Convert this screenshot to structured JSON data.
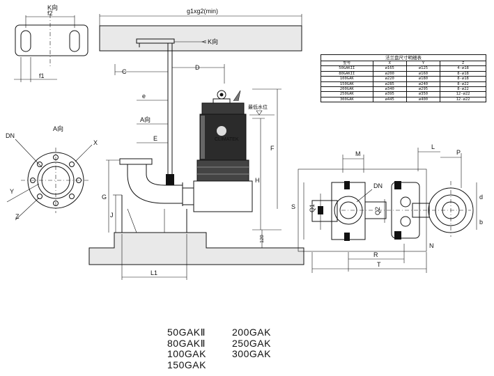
{
  "labels": {
    "k_view_top": "K向",
    "k_pointer": "K向",
    "a_view_title": "A向",
    "a_pointer": "A向",
    "g1xg2": "g1xg2(min)",
    "f2": "f2",
    "f1": "f1",
    "C": "C",
    "D": "D",
    "e": "e",
    "E": "E",
    "F": "F",
    "G": "G",
    "H": "H",
    "J": "J",
    "L1": "L1",
    "dim_120": "120",
    "water_level": "最低水位",
    "DN_left": "DN",
    "X": "X",
    "Y": "Y",
    "Z": "Z",
    "M": "M",
    "DN_right": "DN",
    "Q1": "Q1",
    "Q2": "Q2",
    "S": "S",
    "R": "R",
    "T": "T",
    "N": "N",
    "L": "L",
    "P": "P",
    "d": "d",
    "b": "b",
    "brand": "CLIMATEK"
  },
  "flange_table": {
    "caption": "法兰盘尺寸明细表",
    "headers": [
      "型号",
      "X",
      "Y",
      "Z"
    ],
    "rows": [
      [
        "50GAKII",
        "ø165",
        "ø125",
        "4-ø18"
      ],
      [
        "80GAKII",
        "ø200",
        "ø160",
        "8-ø18"
      ],
      [
        "100GAK",
        "ø220",
        "ø180",
        "8-ø18"
      ],
      [
        "150GAK",
        "ø285",
        "ø240",
        "8-ø22"
      ],
      [
        "200GAK",
        "ø340",
        "ø295",
        "8-ø22"
      ],
      [
        "250GAK",
        "ø395",
        "ø350",
        "12-ø22"
      ],
      [
        "300GAK",
        "ø445",
        "ø400",
        "12-ø22"
      ]
    ]
  },
  "models": {
    "left": [
      "50GAKⅡ",
      "80GAKⅡ",
      "100GAK",
      "150GAK"
    ],
    "right": [
      "200GAK",
      "250GAK",
      "300GAK"
    ]
  }
}
